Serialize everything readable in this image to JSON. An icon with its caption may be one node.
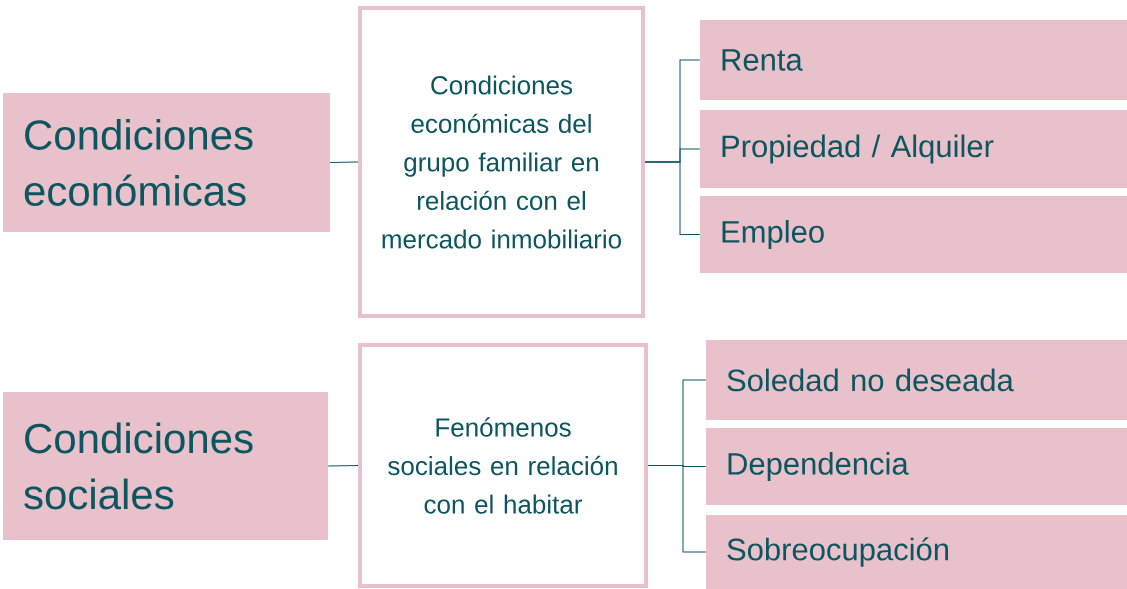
{
  "diagram": {
    "nodes": [
      {
        "text": [
          "Condiciones económicas"
        ]
      },
      {
        "text": [
          "Condiciones económicas del grupo familiar en relación con el mercado inmobiliario"
        ]
      },
      {
        "text": [
          "Renta"
        ]
      },
      {
        "text": [
          "Propiedad / Alquiler"
        ]
      },
      {
        "text": [
          "Empleo"
        ]
      },
      {
        "text": [
          "Condiciones sociales"
        ]
      },
      {
        "text": [
          "Fenómenos sociales en relación con el habitar"
        ]
      },
      {
        "text": [
          "Soledad no deseada"
        ]
      },
      {
        "text": [
          "Dependencia"
        ]
      },
      {
        "text": [
          "Sobreocupación"
        ]
      }
    ],
    "edges": [
      {
        "from": 0,
        "to": 1,
        "arrow": "none"
      },
      {
        "from": 1,
        "to": 2,
        "arrow": "none"
      },
      {
        "from": 1,
        "to": 3,
        "arrow": "none"
      },
      {
        "from": 1,
        "to": 4,
        "arrow": "none"
      },
      {
        "from": 5,
        "to": 6,
        "arrow": "none"
      },
      {
        "from": 6,
        "to": 7,
        "arrow": "none"
      },
      {
        "from": 6,
        "to": 8,
        "arrow": "none"
      },
      {
        "from": 6,
        "to": 9,
        "arrow": "none"
      }
    ]
  }
}
